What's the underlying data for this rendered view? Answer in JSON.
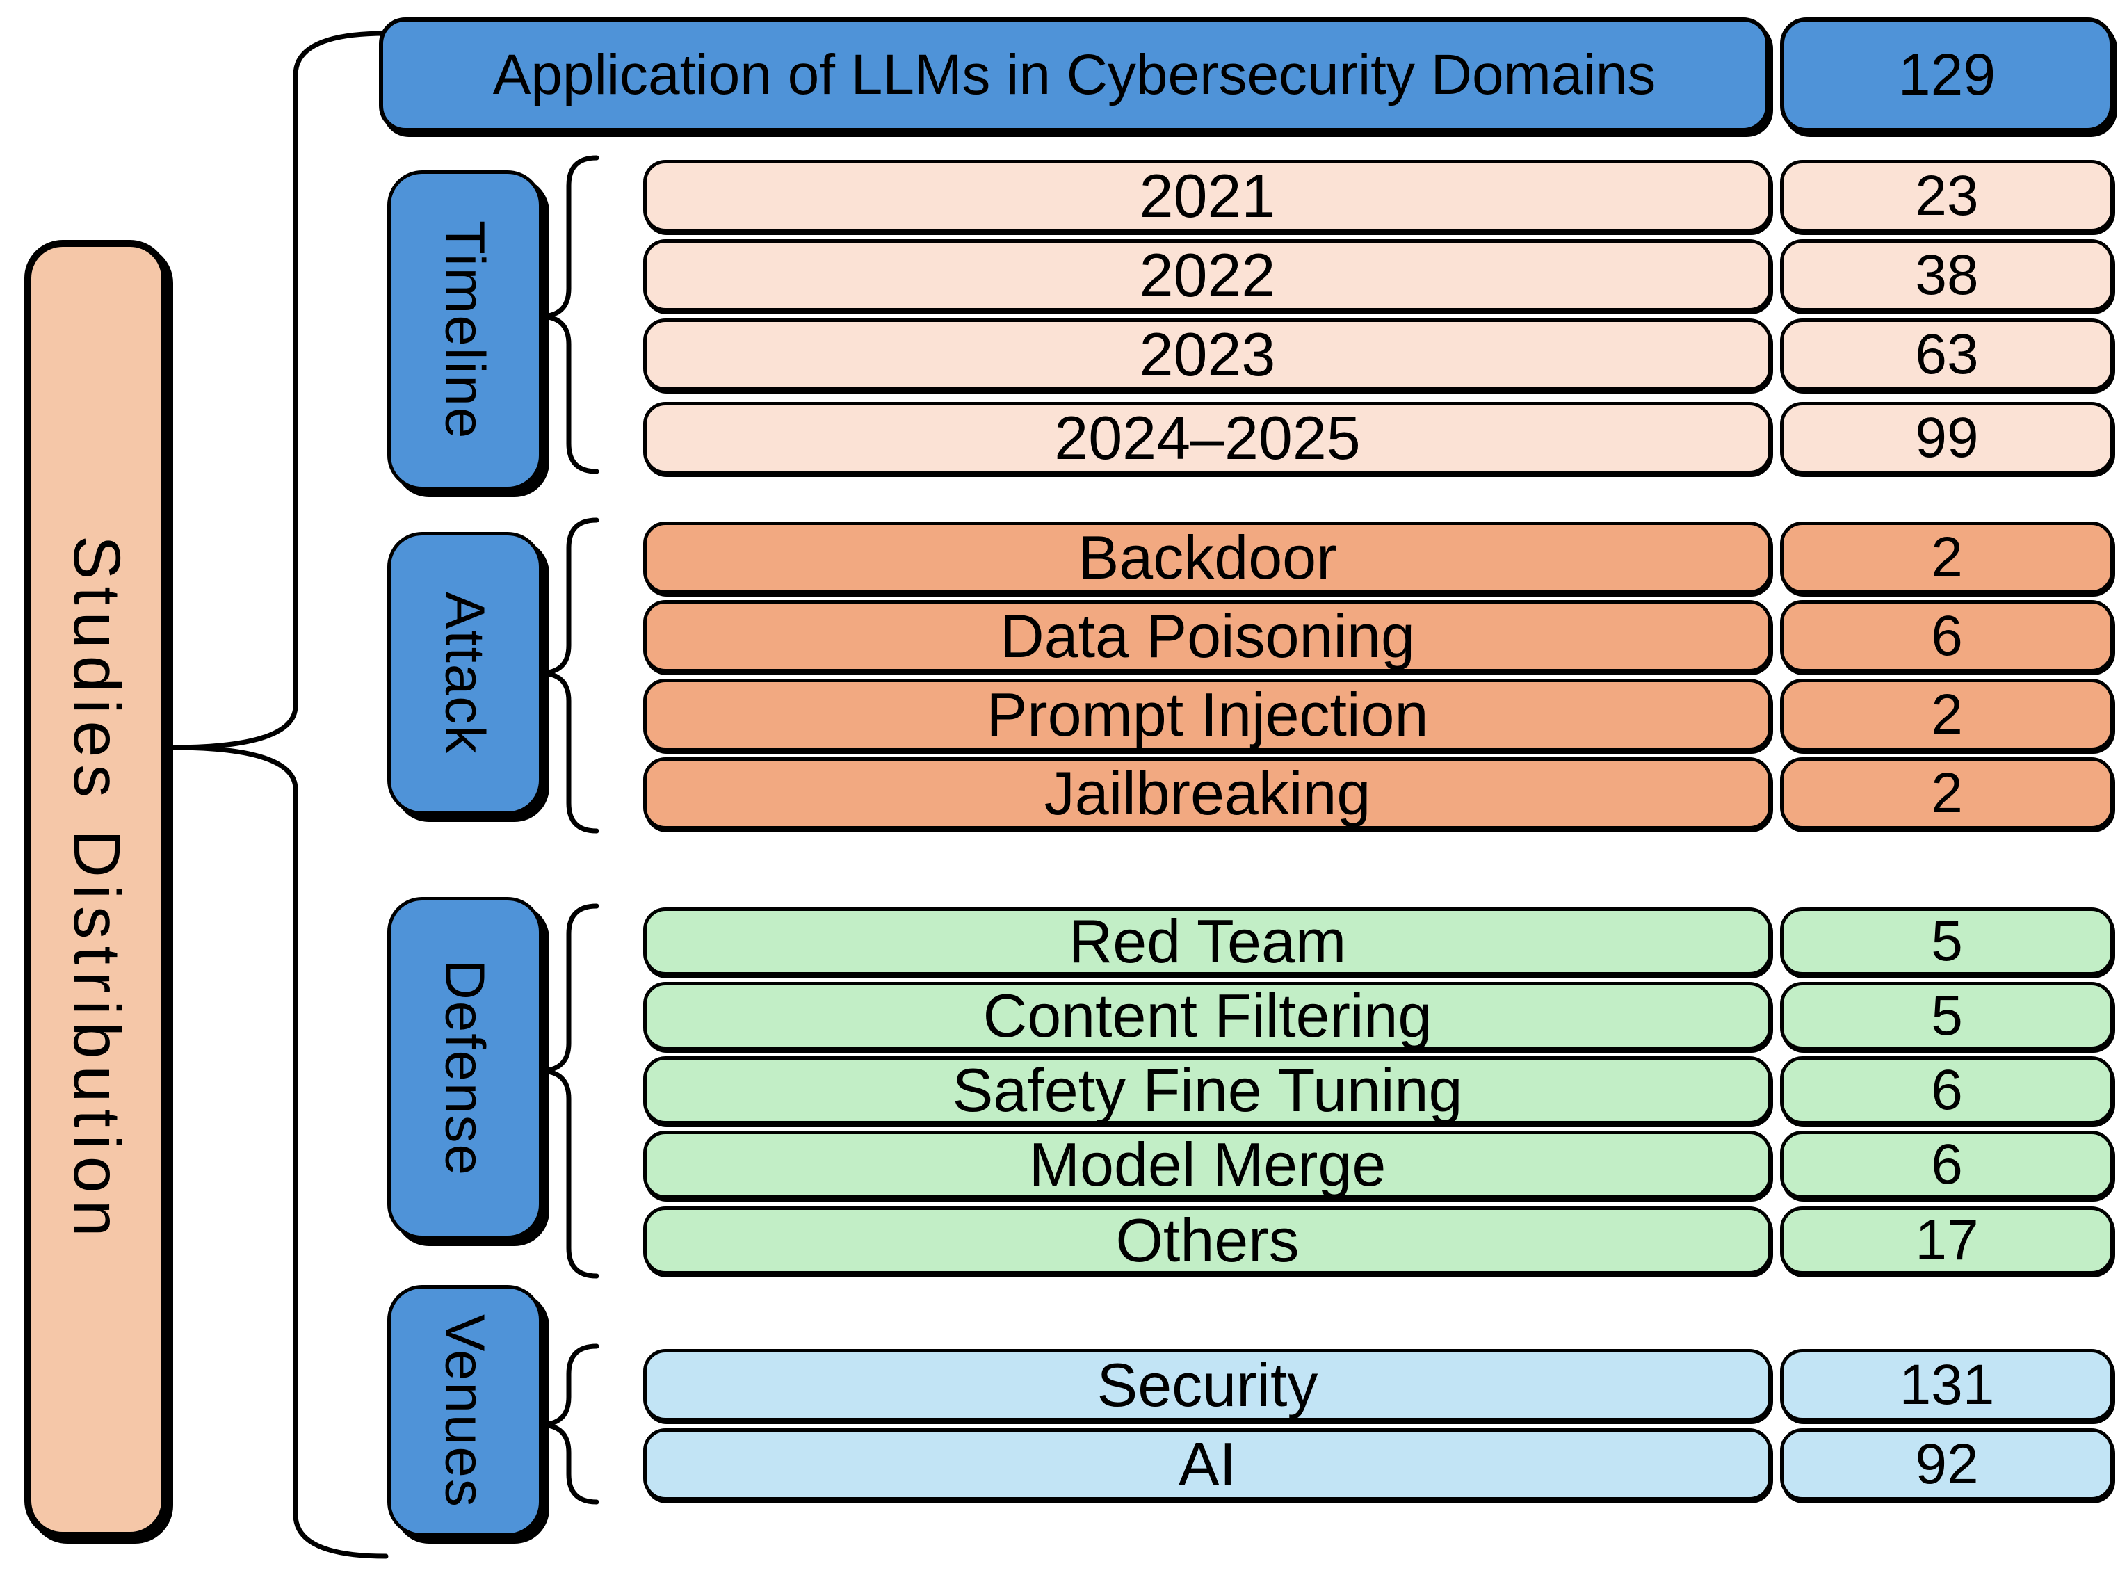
{
  "diagram": {
    "root_label": "Studies Distribution",
    "top_bar": {
      "label": "Application of LLMs in Cybersecurity Domains",
      "count": "129"
    },
    "sections": [
      {
        "label": "Timeline",
        "fill": "#fbe2d5",
        "rows": [
          {
            "label": "2021",
            "count": "23"
          },
          {
            "label": "2022",
            "count": "38"
          },
          {
            "label": "2023",
            "count": "63"
          },
          {
            "label": "2024–2025",
            "count": "99"
          }
        ]
      },
      {
        "label": "Attack",
        "fill": "#f2a981",
        "rows": [
          {
            "label": "Backdoor",
            "count": "2"
          },
          {
            "label": "Data Poisoning",
            "count": "6"
          },
          {
            "label": "Prompt Injection",
            "count": "2"
          },
          {
            "label": "Jailbreaking",
            "count": "2"
          }
        ]
      },
      {
        "label": "Defense",
        "fill": "#c2eec6",
        "rows": [
          {
            "label": "Red Team",
            "count": "5"
          },
          {
            "label": "Content Filtering",
            "count": "5"
          },
          {
            "label": "Safety Fine Tuning",
            "count": "6"
          },
          {
            "label": "Model Merge",
            "count": "6"
          },
          {
            "label": "Others",
            "count": "17"
          }
        ]
      },
      {
        "label": "Venues",
        "fill": "#c2e4f5",
        "rows": [
          {
            "label": "Security",
            "count": "131"
          },
          {
            "label": "AI",
            "count": "92"
          }
        ]
      }
    ],
    "colors": {
      "category_fill": "#4f93d8",
      "root_fill": "#f5c7a8",
      "stroke": "#000000",
      "background": "#ffffff"
    }
  }
}
